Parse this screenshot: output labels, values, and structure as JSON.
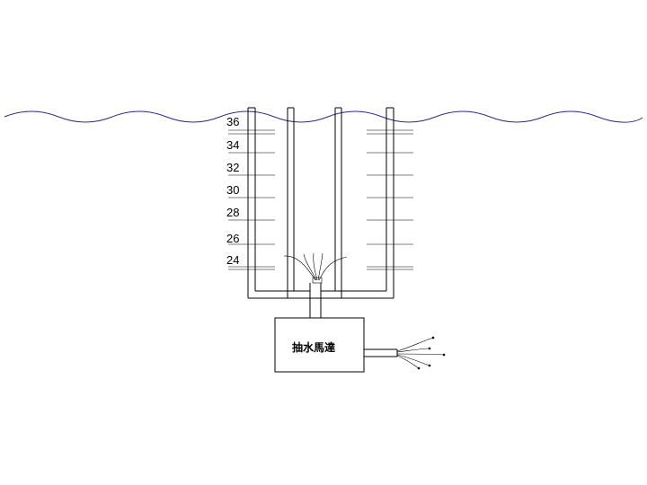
{
  "diagram": {
    "depth_labels": [
      "36",
      "34",
      "32",
      "30",
      "28",
      "26",
      "24"
    ],
    "motor_label": "抽水馬達",
    "colors": {
      "water_line": "#2b2b8c",
      "structure": "#000000"
    }
  }
}
